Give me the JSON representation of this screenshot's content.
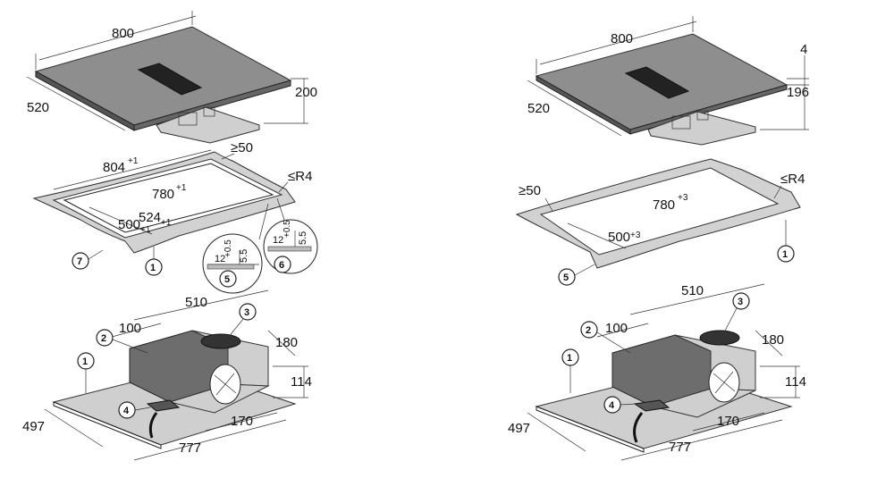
{
  "left_diagram": {
    "hob": {
      "width": "800",
      "depth": "520",
      "height": "200"
    },
    "cutout": {
      "outer_width": "804",
      "outer_width_tol": "+1",
      "inner_width": "780",
      "inner_width_tol": "+1",
      "depth_outer": "524",
      "depth_outer_tol": "+1",
      "depth_inner": "500",
      "depth_inner_tol": "+1",
      "margin": "≥50",
      "radius": "≤R4"
    },
    "detail_5": {
      "value": "12",
      "tol": "+0.5",
      "height": "5.5"
    },
    "detail_6": {
      "value": "12",
      "tol": "+0.5",
      "height": "5.5"
    },
    "fan": {
      "width": "510",
      "duct": "100",
      "depth": "180",
      "height": "114",
      "offset": "170",
      "base_width": "777",
      "base_depth": "497"
    },
    "callouts": [
      "1",
      "1",
      "2",
      "3",
      "4",
      "5",
      "6",
      "7"
    ]
  },
  "right_diagram": {
    "hob": {
      "width": "800",
      "top": "4",
      "height": "196",
      "depth": "520"
    },
    "cutout": {
      "inner_width": "780",
      "inner_width_tol": "+3",
      "depth_inner": "500",
      "depth_inner_tol": "+3",
      "margin": "≥50",
      "radius": "≤R4"
    },
    "fan": {
      "width": "510",
      "duct": "100",
      "depth": "180",
      "height": "114",
      "offset": "170",
      "base_width": "777",
      "base_depth": "497"
    },
    "callouts": [
      "1",
      "1",
      "2",
      "3",
      "4",
      "5"
    ]
  },
  "colors": {
    "glass": "#8e8e8e",
    "frame": "#d2d2d2",
    "unit": "#6d6d6d",
    "line": "#222222"
  }
}
